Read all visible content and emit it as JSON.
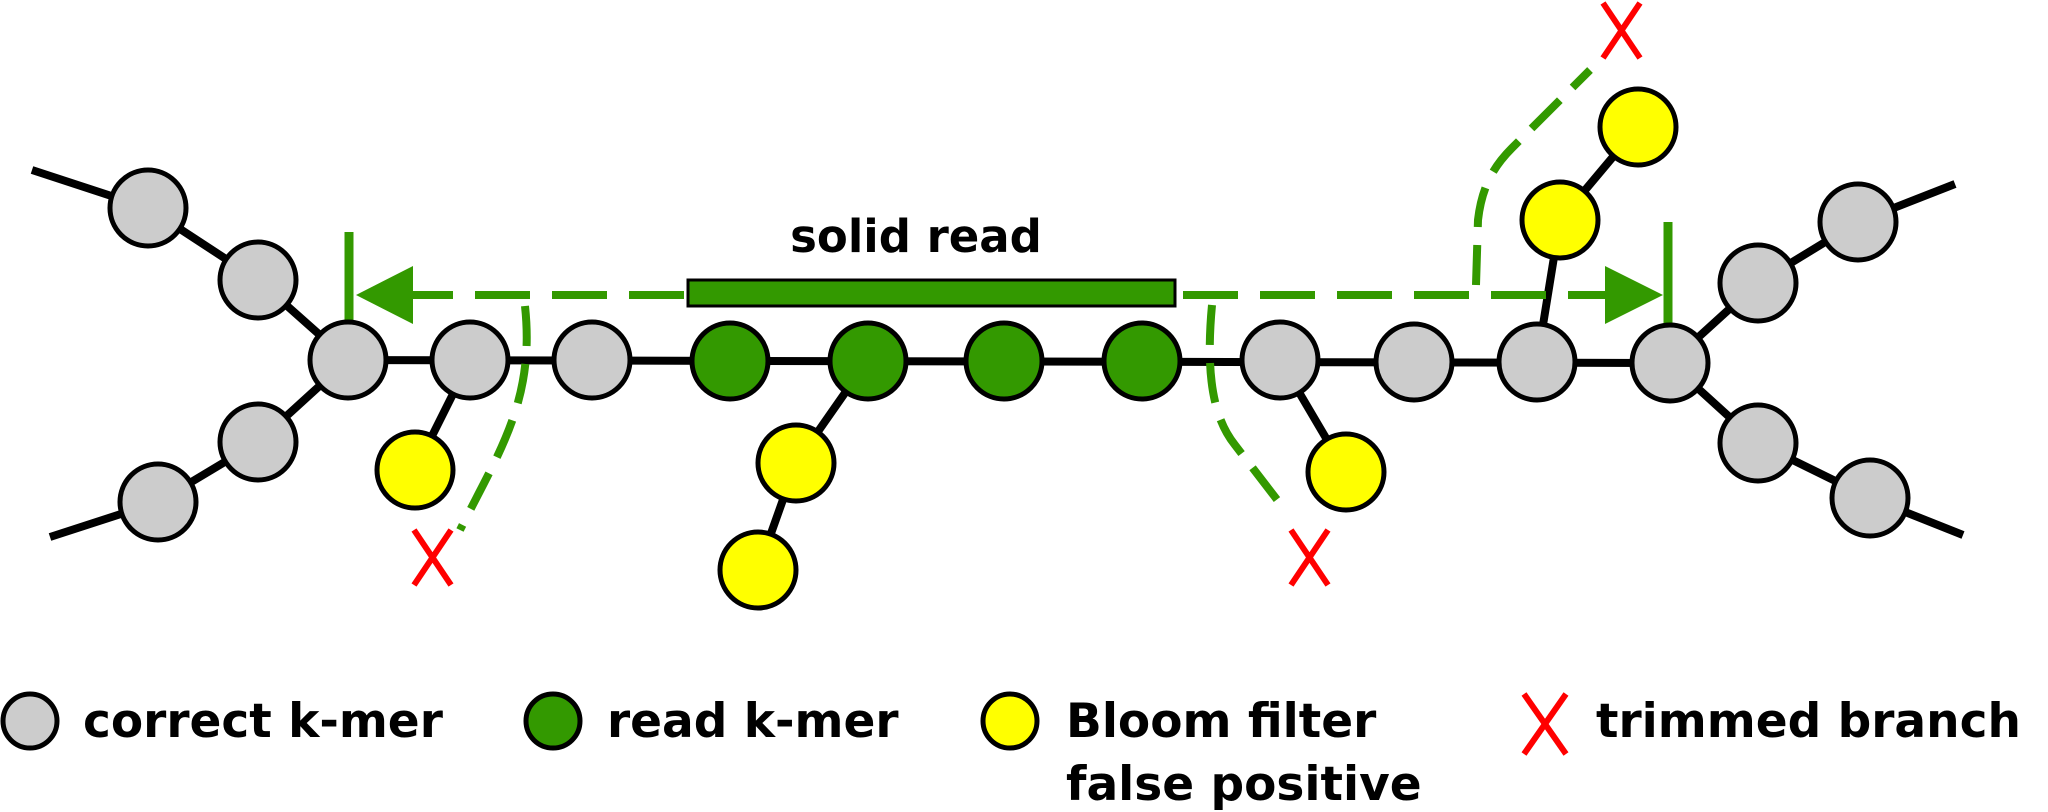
{
  "diagram": {
    "read_label": "solid read",
    "colors": {
      "correct": "#cccccc",
      "read": "#339900",
      "false_positive": "#ffff00",
      "trimmed": "#ff0000",
      "edge": "#000000"
    }
  },
  "legend": {
    "correct_kmer": "correct k-mer",
    "read_kmer": "read k-mer",
    "false_positive_line1": "Bloom filter",
    "false_positive_line2": "false positive",
    "trimmed_branch": "trimmed branch"
  }
}
